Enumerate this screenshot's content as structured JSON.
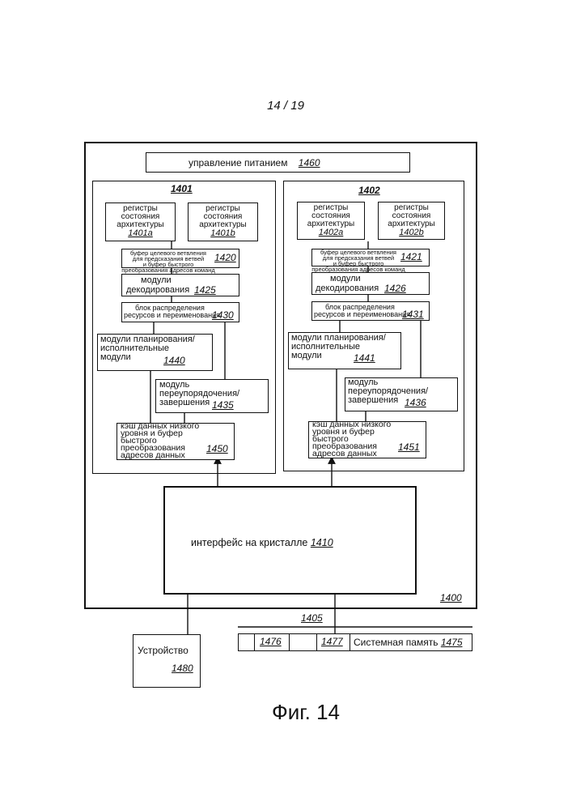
{
  "page_label": "14 / 19",
  "figure_caption": "Фиг. 14",
  "processor": {
    "ref": "1400",
    "power": {
      "label": "управление питанием",
      "ref": "1460"
    },
    "cores": [
      {
        "ref": "1401",
        "arch_regs": [
          {
            "lines": [
              "регистры",
              "состояния",
              "архитектуры"
            ],
            "ref": "1401a"
          },
          {
            "lines": [
              "регистры",
              "состояния",
              "архитектуры"
            ],
            "ref": "1401b"
          }
        ],
        "btb": {
          "lines": [
            "буфер целевого ветвления",
            "для предсказания ветвей",
            "и буфер быстрого",
            "преобразования адресов команд"
          ],
          "ref": "1420"
        },
        "decode": {
          "lines": [
            "модули",
            "декодирования"
          ],
          "ref": "1425"
        },
        "rename": {
          "lines": [
            "блок распределения",
            "ресурсов и переименования"
          ],
          "ref": "1430"
        },
        "sched": {
          "lines": [
            "модули планирования/",
            "исполнительные",
            "модули"
          ],
          "ref": "1440"
        },
        "reorder": {
          "lines": [
            "модуль",
            "переупорядочения/",
            "завершения"
          ],
          "ref": "1435"
        },
        "cache": {
          "lines": [
            "кэш данных низкого",
            "уровня и буфер",
            "быстрого",
            "преобразования",
            "адресов данных"
          ],
          "ref": "1450"
        }
      },
      {
        "ref": "1402",
        "arch_regs": [
          {
            "lines": [
              "регистры",
              "состояния",
              "архитектуры"
            ],
            "ref": "1402a"
          },
          {
            "lines": [
              "регистры",
              "состояния",
              "архитектуры"
            ],
            "ref": "1402b"
          }
        ],
        "btb": {
          "lines": [
            "буфер целевого ветвления",
            "для предсказания ветвей",
            "и буфер быстрого",
            "преобразования адресов команд"
          ],
          "ref": "1421"
        },
        "decode": {
          "lines": [
            "модули",
            "декодирования"
          ],
          "ref": "1426"
        },
        "rename": {
          "lines": [
            "блок распределения",
            "ресурсов и переименования"
          ],
          "ref": "1431"
        },
        "sched": {
          "lines": [
            "модули планирования/",
            "исполнительные",
            "модули"
          ],
          "ref": "1441"
        },
        "reorder": {
          "lines": [
            "модуль",
            "переупорядочения/",
            "завершения"
          ],
          "ref": "1436"
        },
        "cache": {
          "lines": [
            "кэш данных низкого",
            "уровня и буфер",
            "быстрого",
            "преобразования",
            "адресов данных"
          ],
          "ref": "1451"
        }
      }
    ],
    "interface": {
      "label": "интерфейс на кристалле",
      "ref": "1410"
    }
  },
  "bus": {
    "ref": "1405"
  },
  "device": {
    "label": "Устройство",
    "ref": "1480"
  },
  "memory": {
    "label": "Системная память",
    "ref": "1475",
    "cells": [
      "1476",
      "1477"
    ]
  }
}
